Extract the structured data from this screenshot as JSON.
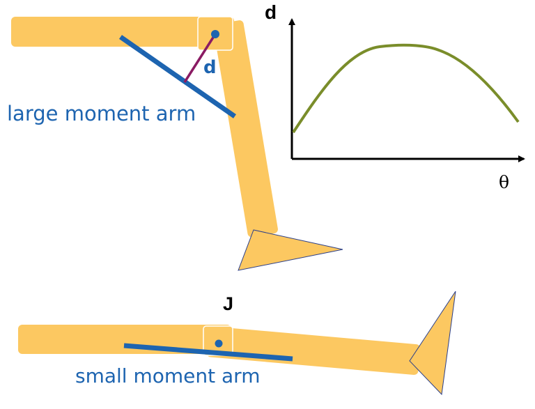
{
  "colors": {
    "limb": "#fcc861",
    "arm_line": "#1d64b0",
    "d_line": "#8a1b63",
    "curve": "#7a8d2a",
    "axis": "#000000",
    "joint_outline": "#ffffff",
    "foot_outline": "#2b3f8a"
  },
  "top_figure": {
    "label": "large moment arm",
    "d_label": "d"
  },
  "graph": {
    "y_axis_label": "d",
    "x_axis_label": "θ"
  },
  "bottom_figure": {
    "joint_label": "J",
    "label": "small moment arm"
  }
}
